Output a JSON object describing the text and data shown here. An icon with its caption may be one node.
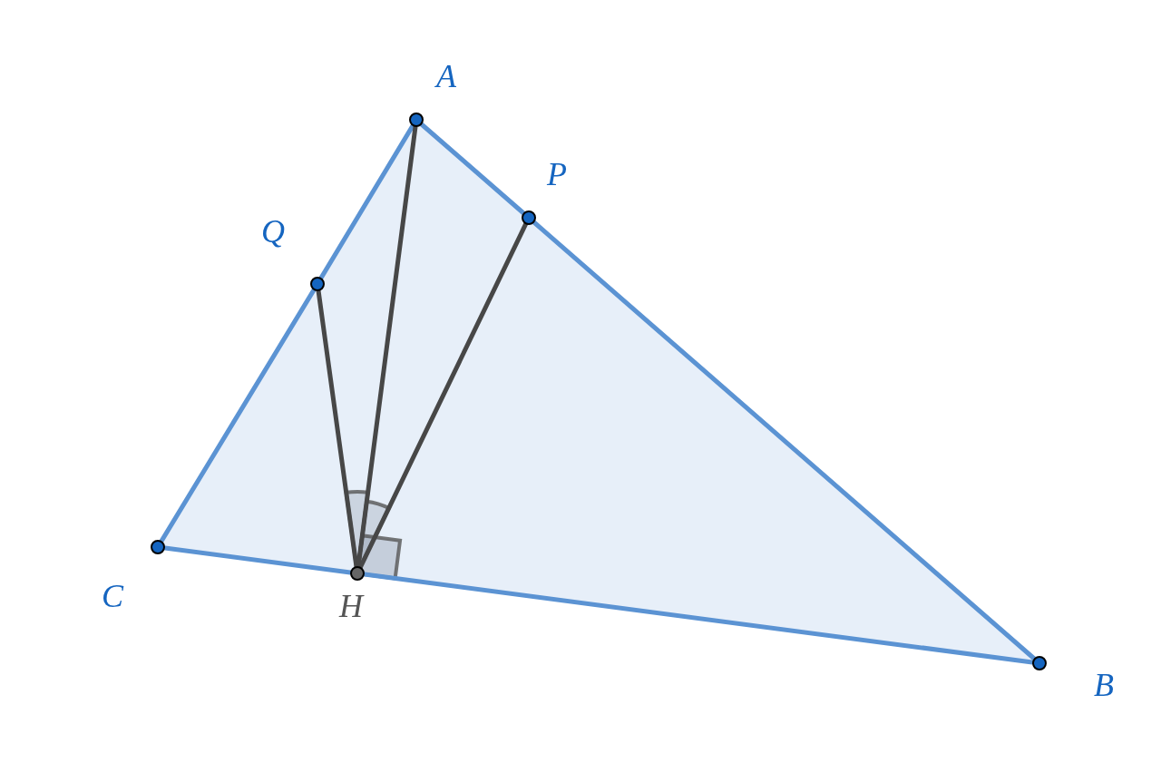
{
  "diagram": {
    "nodes": [
      {
        "text": [
          "A"
        ]
      },
      {
        "text": [
          "P"
        ]
      },
      {
        "text": [
          "Q"
        ]
      },
      {
        "text": [
          "C"
        ]
      },
      {
        "text": [
          "H"
        ]
      },
      {
        "text": [
          "B"
        ]
      }
    ],
    "edges": [
      {
        "from": 0,
        "to": 1,
        "arrow": "none"
      },
      {
        "from": 1,
        "to": 5,
        "arrow": "none"
      },
      {
        "from": 5,
        "to": 4,
        "arrow": "none"
      },
      {
        "from": 4,
        "to": 3,
        "arrow": "none"
      },
      {
        "from": 3,
        "to": 2,
        "arrow": "none"
      },
      {
        "from": 2,
        "to": 0,
        "arrow": "none"
      },
      {
        "from": 4,
        "to": 2,
        "arrow": "none",
        "color": "#474747"
      },
      {
        "from": 4,
        "to": 0,
        "arrow": "none",
        "color": "#474747"
      },
      {
        "from": 4,
        "to": 1,
        "arrow": "none",
        "color": "#474747"
      }
    ]
  }
}
